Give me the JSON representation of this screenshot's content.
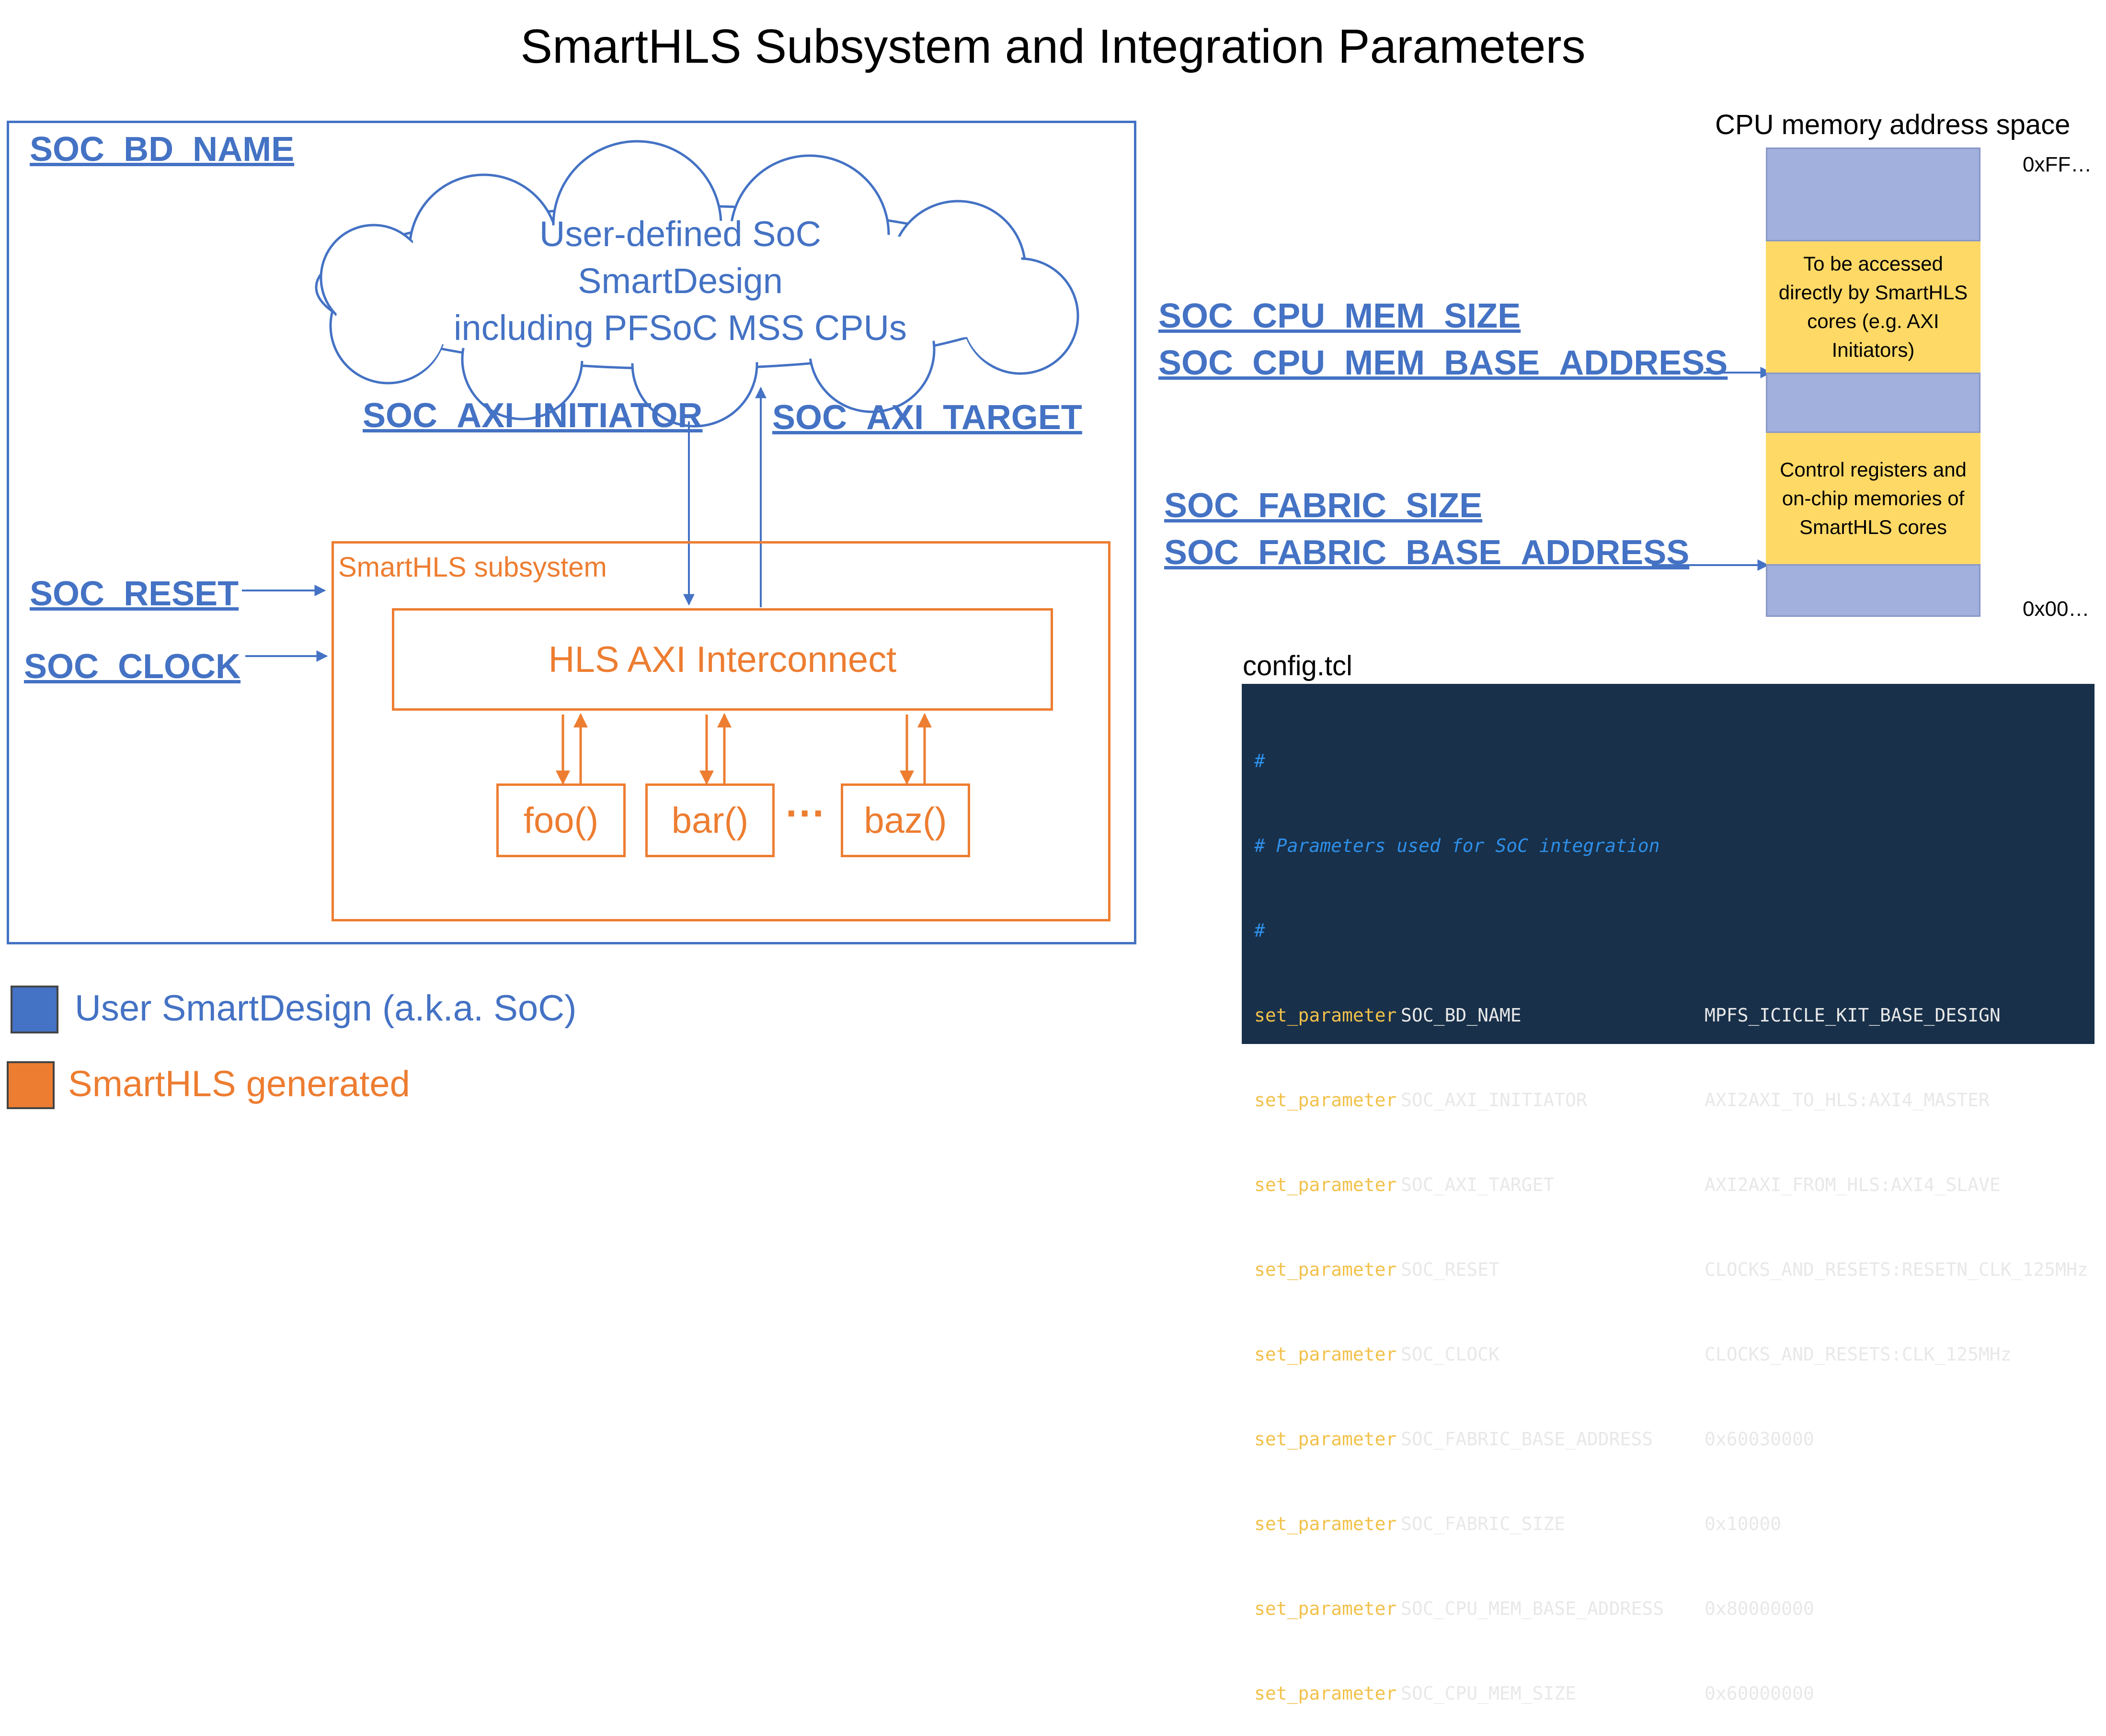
{
  "title": "SmartHLS Subsystem and Integration Parameters",
  "soc": {
    "bd_name": "SOC_BD_NAME",
    "cloud_lines": [
      "User-defined SoC",
      "SmartDesign",
      "including PFSoC MSS CPUs"
    ],
    "axi_initiator": "SOC_AXI_INITIATOR",
    "axi_target": "SOC_AXI_TARGET",
    "reset": "SOC_RESET",
    "clock": "SOC_CLOCK"
  },
  "hls": {
    "label": "SmartHLS subsystem",
    "interconnect": "HLS AXI Interconnect",
    "functions": [
      "foo()",
      "bar()",
      "baz()"
    ],
    "ellipsis": "···"
  },
  "memory": {
    "title": "CPU memory address space",
    "top_addr": "0xFF…",
    "bottom_addr": "0x00…",
    "cpu_region": "To be accessed directly by SmartHLS cores (e.g. AXI Initiators)",
    "fabric_region": "Control registers and on-chip memories  of SmartHLS cores",
    "cpu_mem_size": "SOC_CPU_MEM_SIZE",
    "cpu_mem_base": "SOC_CPU_MEM_BASE_ADDRESS",
    "fabric_size": "SOC_FABRIC_SIZE",
    "fabric_base": "SOC_FABRIC_BASE_ADDRESS"
  },
  "config": {
    "title": "config.tcl",
    "comments": [
      "#",
      "# Parameters used for SoC integration",
      "#"
    ],
    "keyword": "set_parameter",
    "rows": [
      {
        "name": "SOC_BD_NAME",
        "value": "MPFS_ICICLE_KIT_BASE_DESIGN"
      },
      {
        "name": "SOC_AXI_INITIATOR",
        "value": "AXI2AXI_TO_HLS:AXI4_MASTER"
      },
      {
        "name": "SOC_AXI_TARGET",
        "value": "AXI2AXI_FROM_HLS:AXI4_SLAVE"
      },
      {
        "name": "SOC_RESET",
        "value": "CLOCKS_AND_RESETS:RESETN_CLK_125MHz"
      },
      {
        "name": "SOC_CLOCK",
        "value": "CLOCKS_AND_RESETS:CLK_125MHz"
      },
      {
        "name": "SOC_FABRIC_BASE_ADDRESS",
        "value": "0x60030000"
      },
      {
        "name": "SOC_FABRIC_SIZE",
        "value": "0x10000"
      },
      {
        "name": "SOC_CPU_MEM_BASE_ADDRESS",
        "value": "0x80000000"
      },
      {
        "name": "SOC_CPU_MEM_SIZE",
        "value": "0x60000000"
      }
    ]
  },
  "legend": {
    "user": "User SmartDesign (a.k.a. SoC)",
    "hls": "SmartHLS generated"
  },
  "colors": {
    "soc_blue": "#4472C4",
    "hls_orange": "#ED7D31",
    "mem_blue": "#A2B0DE",
    "mem_yellow": "#FFD966",
    "code_bg": "#18304A",
    "code_keyword": "#F2C14A",
    "code_comment": "#2E8FE8"
  }
}
